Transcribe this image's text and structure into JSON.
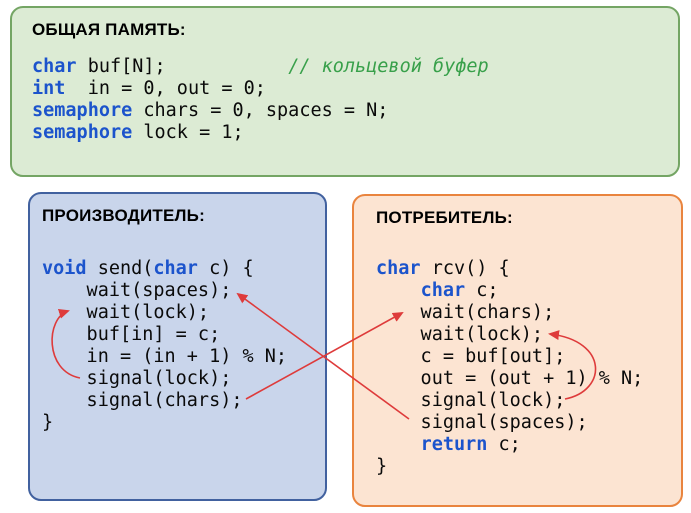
{
  "panels": {
    "shared": {
      "title": "ОБЩАЯ ПАМЯТЬ:",
      "code": [
        [
          {
            "t": "char",
            "k": "kw"
          },
          {
            "t": " buf[N];           "
          },
          {
            "t": "// кольцевой буфер",
            "k": "cm"
          }
        ],
        [
          {
            "t": "int",
            "k": "kw"
          },
          {
            "t": "  in = 0, out = 0;"
          }
        ],
        [
          {
            "t": "semaphore",
            "k": "kw"
          },
          {
            "t": " chars = 0, spaces = N;"
          }
        ],
        [
          {
            "t": "semaphore",
            "k": "kw"
          },
          {
            "t": " lock = 1;"
          }
        ]
      ]
    },
    "producer": {
      "title": "ПРОИЗВОДИТЕЛЬ:",
      "code": [
        [
          {
            "t": "void",
            "k": "kw"
          },
          {
            "t": " send("
          },
          {
            "t": "char",
            "k": "kw"
          },
          {
            "t": " c) {"
          }
        ],
        [
          {
            "t": "    wait(spaces);"
          }
        ],
        [
          {
            "t": "    wait(lock);"
          }
        ],
        [
          {
            "t": "    buf[in] = c;"
          }
        ],
        [
          {
            "t": "    in = (in + 1) % N;"
          }
        ],
        [
          {
            "t": "    signal(lock);"
          }
        ],
        [
          {
            "t": "    signal(chars);"
          }
        ],
        [
          {
            "t": "}"
          }
        ]
      ]
    },
    "consumer": {
      "title": "ПОТРЕБИТЕЛЬ:",
      "code": [
        [
          {
            "t": "char",
            "k": "kw"
          },
          {
            "t": " rcv() {"
          }
        ],
        [
          {
            "t": "    "
          },
          {
            "t": "char",
            "k": "kw"
          },
          {
            "t": " c;"
          }
        ],
        [
          {
            "t": "    wait(chars);"
          }
        ],
        [
          {
            "t": "    wait(lock);"
          }
        ],
        [
          {
            "t": "    c = buf[out];"
          }
        ],
        [
          {
            "t": "    out = (out + 1) % N;"
          }
        ],
        [
          {
            "t": "    signal(lock);"
          }
        ],
        [
          {
            "t": "    signal(spaces);"
          }
        ],
        [
          {
            "t": "    "
          },
          {
            "t": "return",
            "k": "kw"
          },
          {
            "t": " c;"
          }
        ],
        [
          {
            "t": "}"
          }
        ]
      ]
    }
  },
  "colors": {
    "shared_bg": "#dcebd4",
    "shared_border": "#74a564",
    "producer_bg": "#c9d5eb",
    "producer_border": "#41619f",
    "consumer_bg": "#fce4d2",
    "consumer_border": "#e9843e",
    "keyword": "#1c54cc",
    "comment": "#38a04a",
    "arrow": "#de3b3b"
  }
}
